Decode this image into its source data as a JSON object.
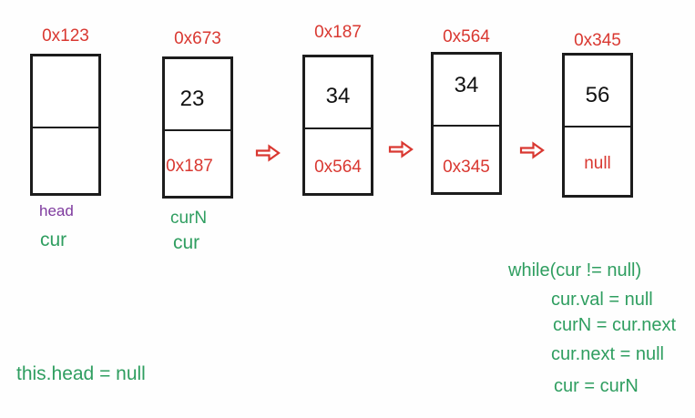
{
  "palette": {
    "red": "#d93831",
    "green": "#2f9e60",
    "purple": "#7e3a9e",
    "box_border": "#1c1c1c",
    "value_text": "#121212",
    "background": "#fefefe"
  },
  "nodes": [
    {
      "address": "0x123",
      "value": "",
      "next": ""
    },
    {
      "address": "0x673",
      "value": "23",
      "next": "0x187"
    },
    {
      "address": "0x187",
      "value": "34",
      "next": "0x564"
    },
    {
      "address": "0x564",
      "value": "34",
      "next": "0x345"
    },
    {
      "address": "0x345",
      "value": "56",
      "next": "null"
    }
  ],
  "arrows": {
    "icon": "rightwards-white-arrow",
    "count": 3
  },
  "under_labels": {
    "head": "head",
    "cur_under_head": "cur",
    "curN": "curN",
    "cur_under_second": "cur"
  },
  "code": {
    "line1": "while(cur != null)",
    "line2": "cur.val = null",
    "line3": "curN = cur.next",
    "line4": "cur.next = null",
    "line5": "cur = curN"
  },
  "bottom_note": "this.head = null"
}
